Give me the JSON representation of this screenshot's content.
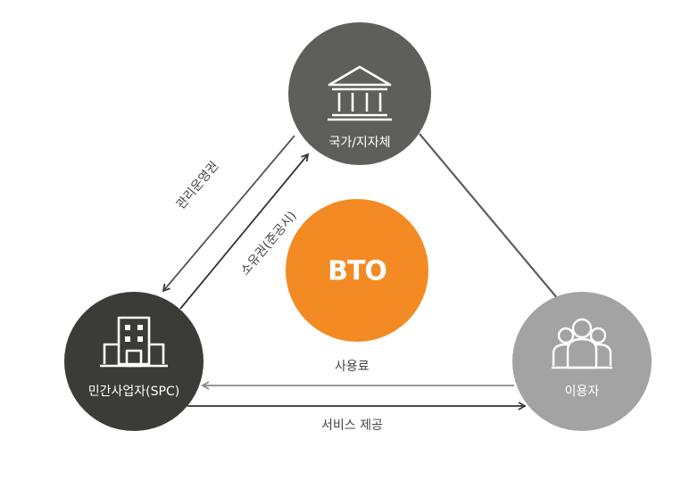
{
  "nodes": {
    "government": {
      "label": "국가/지자체",
      "icon": "government-building-icon",
      "color": "#5e5e5b"
    },
    "private_operator": {
      "label": "민간사업자(SPC)",
      "icon": "office-building-icon",
      "color": "#3b3b38"
    },
    "users": {
      "label": "이용자",
      "icon": "people-group-icon",
      "color": "#a3a3a3"
    },
    "center": {
      "label": "BTO",
      "color": "#f38a23"
    }
  },
  "edges": {
    "management_rights": "관리운영권",
    "ownership": "소유권(준공시)",
    "usage_fee": "사용료",
    "service_provision": "서비스 제공"
  }
}
